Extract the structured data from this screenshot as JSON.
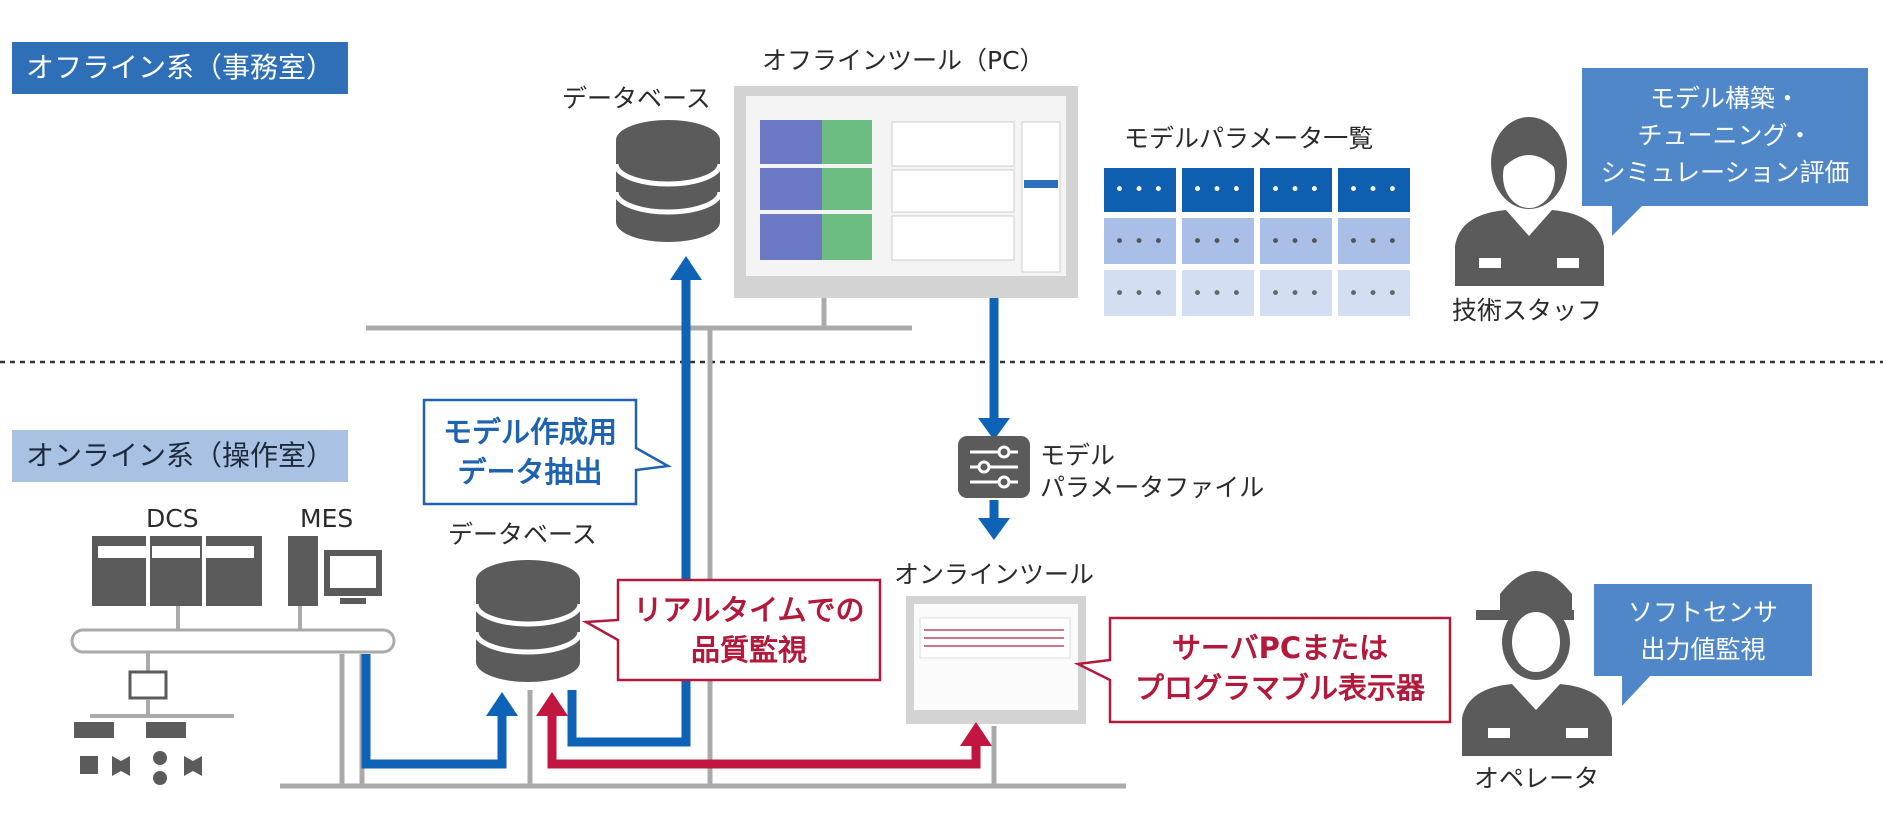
{
  "zones": {
    "offline_label": "オフライン系（事務室）",
    "online_label": "オンライン系（操作室）"
  },
  "offline": {
    "pc_title": "オフラインツール（PC）",
    "database_label": "データベース",
    "params_title": "モデルパラメータ一覧",
    "params_cell": "• • •",
    "staff_label": "技術スタッフ",
    "staff_bubble": [
      "モデル構築・",
      "チューニング・",
      "シミュレーション評価"
    ]
  },
  "online": {
    "dcs_label": "DCS",
    "mes_label": "MES",
    "database_label": "データベース",
    "tool_label": "オンラインツール",
    "param_file_label": [
      "モデル",
      "パラメータファイル"
    ],
    "extract_callout": [
      "モデル作成用",
      "データ抽出"
    ],
    "realtime_callout": [
      "リアルタイムでの",
      "品質監視"
    ],
    "server_callout": [
      "サーバPCまたは",
      "プログラマブル表示器"
    ],
    "operator_label": "オペレータ",
    "operator_bubble": [
      "ソフトセンサ",
      "出力値監視"
    ]
  },
  "colors": {
    "blue_flow": "#0f63b6",
    "red_flow": "#c01640",
    "offline_tag": "#2e6fb7",
    "online_tag": "#a9c2e4",
    "bubble": "#4f87c9",
    "icon_gray": "#5b5b5b",
    "line_gray": "#aaaaaa"
  },
  "icons": [
    "database-icon",
    "monitor-icon",
    "person-icon",
    "operator-person-icon",
    "sliders-file-icon",
    "dcs-icon",
    "mes-icon",
    "valve-icon"
  ]
}
